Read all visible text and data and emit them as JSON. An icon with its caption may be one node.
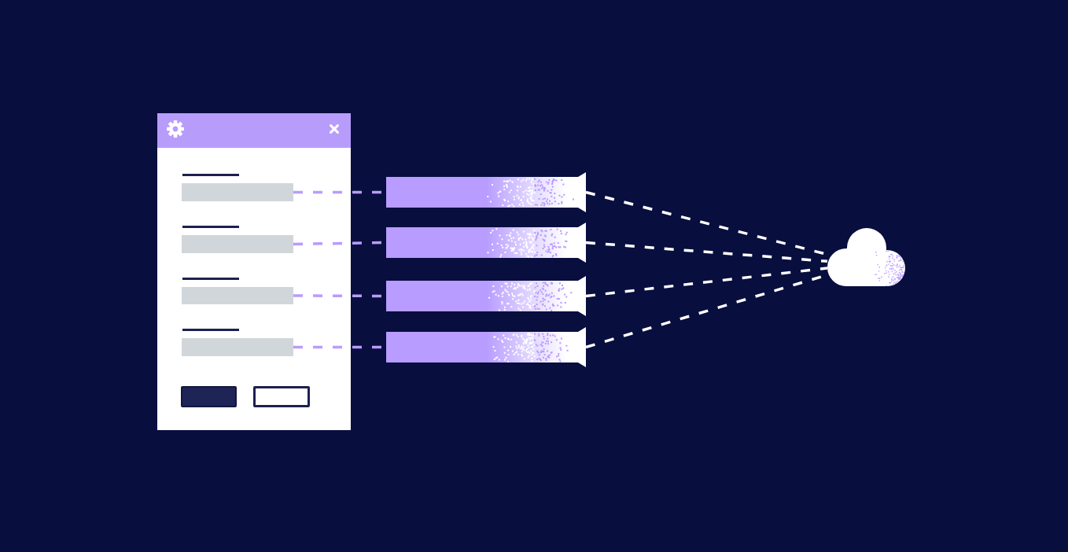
{
  "diagram": {
    "nodes": [
      {
        "text": [],
        "shape": "box"
      },
      {
        "text": [],
        "shape": "box",
        "in": 0
      },
      {
        "text": [],
        "shape": "box",
        "in": 0
      },
      {
        "text": [],
        "shape": "box",
        "in": 0
      },
      {
        "text": [],
        "shape": "box",
        "in": 0
      },
      {
        "text": [],
        "shape": "bar"
      },
      {
        "text": [],
        "shape": "bar"
      },
      {
        "text": [],
        "shape": "bar"
      },
      {
        "text": [],
        "shape": "bar"
      },
      {
        "text": [],
        "shape": "cloud"
      }
    ],
    "edges": [
      {
        "from": 1,
        "to": 5,
        "arrow": "none",
        "style": "dashed",
        "color": "#b89cff"
      },
      {
        "from": 2,
        "to": 6,
        "arrow": "none",
        "style": "dashed",
        "color": "#b89cff"
      },
      {
        "from": 3,
        "to": 7,
        "arrow": "none",
        "style": "dashed",
        "color": "#b89cff"
      },
      {
        "from": 4,
        "to": 8,
        "arrow": "none",
        "style": "dashed",
        "color": "#b89cff"
      },
      {
        "from": 5,
        "to": 9,
        "arrow": "none",
        "style": "dashed",
        "color": "#ffffff"
      },
      {
        "from": 6,
        "to": 9,
        "arrow": "none",
        "style": "dashed",
        "color": "#ffffff"
      },
      {
        "from": 7,
        "to": 9,
        "arrow": "none",
        "style": "dashed",
        "color": "#ffffff"
      },
      {
        "from": 8,
        "to": 9,
        "arrow": "none",
        "style": "dashed",
        "color": "#ffffff"
      }
    ]
  }
}
